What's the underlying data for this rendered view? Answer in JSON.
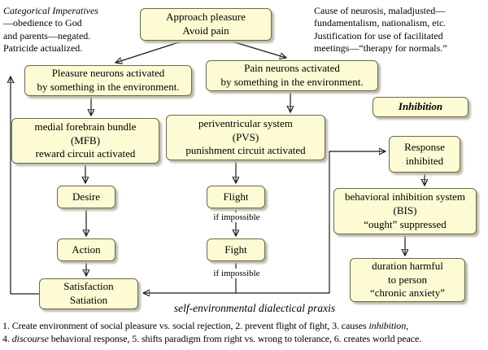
{
  "colors": {
    "box_fill": "#fcfbd3",
    "box_border": "#6b6950",
    "box_shadow": "#bdbcab",
    "arrow": "#1a1a1a",
    "text": "#000000"
  },
  "notes": {
    "left_title": "Categorical Imperatives",
    "left_body": "\n—obedience to God\nand parents—negated.\nPatricide actualized.",
    "right": "Cause of neurosis, maladjusted—\nfundamentalism, nationalism, etc.\nJustification for use of facilitated\nmeetings—“therapy for normals.”"
  },
  "boxes": {
    "approach": "Approach pleasure\nAvoid pain",
    "pleasure": "Pleasure neurons activated\nby something in the environment.",
    "pain": "Pain neurons activated\nby something in the environment.",
    "inhibition": "Inhibition",
    "mfb": "medial forebrain bundle\n(MFB)\nreward circuit activated",
    "pvs": "periventricular system\n(PVS)\npunishment circuit activated",
    "response": "Response\ninhibited",
    "desire": "Desire",
    "flight": "Flight",
    "bis": "behavioral inhibition system\n(BIS)\n“ought” suppressed",
    "action": "Action",
    "fight": "Fight",
    "duration": "duration harmful\nto person\n“chronic anxiety”",
    "satisfaction": "Satisfaction\nSatiation"
  },
  "labels": {
    "if_impossible_1": "if impossible",
    "if_impossible_2": "if impossible",
    "caption": "self-environmental dialectical praxis"
  },
  "footnote": {
    "seg1": "1. Create environment of social pleasure vs. social rejection, 2. prevent flight of fight,  3. causes ",
    "seg2": "inhibition",
    "seg3": ",\n4. ",
    "seg4": "discourse",
    "seg5": " behavioral response, 5. shifts paradigm from right vs. wrong to tolerance, 6. creates world peace."
  }
}
